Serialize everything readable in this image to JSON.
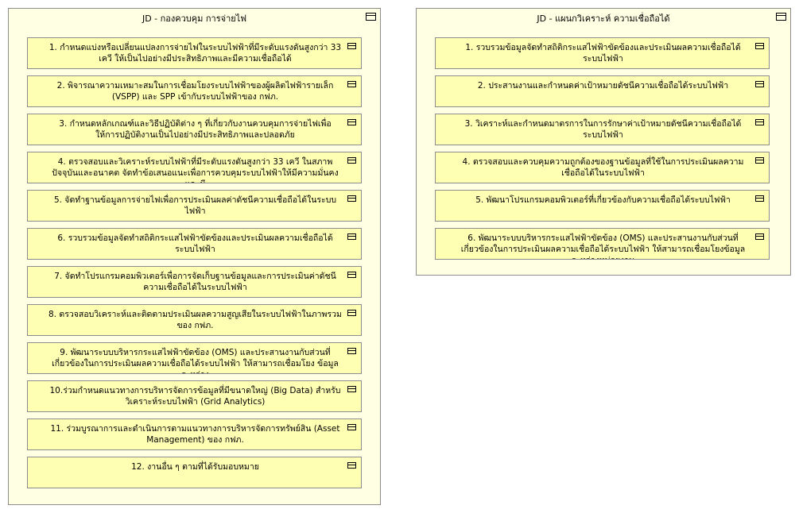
{
  "groups": [
    {
      "title": "JD - กองควบคุม การจ่ายไฟ",
      "items": [
        "1. กำหนดแบ่งหรือเปลี่ยนแปลงการจ่ายไฟในระบบไฟฟ้าที่มีระดับแรงดันสูงกว่า 33 เควี ให้เป็นไปอย่างมีประสิทธิภาพและมีความเชื่อถือได้",
        "2. พิจารณาความเหมาะสมในการเชื่อมโยงระบบไฟฟ้าของผู้ผลิตไฟฟ้ารายเล็ก (VSPP) และ SPP เข้ากับระบบไฟฟ้าของ กฟภ.",
        "3. กำหนดหลักเกณฑ์และวิธีปฏิบัติต่าง ๆ ที่เกี่ยวกับงานควบคุมการจ่ายไฟเพื่อให้การปฏิบัติงานเป็นไปอย่างมีประสิทธิภาพและปลอดภัย",
        "4. ตรวจสอบและวิเคราะห์ระบบไฟฟ้าที่มีระดับแรงดันสูงกว่า 33 เควี ในสภาพปัจจุบันและอนาคต จัดทำข้อเสนอแนะเพื่อการควบคุมระบบไฟฟ้าให้มีความมั่นคงและมี",
        "5. จัดทำฐานข้อมูลการจ่ายไฟเพื่อการประเมินผลค่าดัชนีความเชื่อถือได้ในระบบไฟฟ้า",
        "6. รวบรวมข้อมูลจัดทำสถิติกระแสไฟฟ้าขัดข้องและประเมินผลความเชื่อถือได้ระบบไฟฟ้า",
        "7. จัดทำโปรแกรมคอมพิวเตอร์เพื่อการจัดเก็บฐานข้อมูลและการประเมินค่าดัชนีความเชื่อถือได้ในระบบไฟฟ้า",
        "8. ตรวจสอบวิเคราะห์และติดตามประเมินผลความสูญเสียในระบบไฟฟ้าในภาพรวมของ กฟภ.",
        "9. พัฒนาระบบบริหารกระแสไฟฟ้าขัดข้อง (OMS) และประสานงานกับส่วนที่เกี่ยวข้องในการประเมินผลความเชื่อถือได้ระบบไฟฟ้า ให้สามารถเชื่อมโยง ข้อมูลระหว่าง",
        "10.ร่วมกำหนดแนวทางการบริหารจัดการข้อมูลที่มีขนาดใหญ่ (Big Data) สำหรับวิเคราะห์ระบบไฟฟ้า (Grid Analytics)",
        "11. ร่วมบูรณาการและดำเนินการตามแนวทางการบริหารจัดการทรัพย์สิน (Asset Management) ของ กฟภ.",
        "12. งานอื่น ๆ ตามที่ได้รับมอบหมาย"
      ]
    },
    {
      "title": "JD - แผนกวิเคราะห์ ความเชื่อถือได้",
      "items": [
        "1. รวบรวมข้อมูลจัดทำสถิติกระแสไฟฟ้าขัดข้องและประเมินผลความเชื่อถือได้ระบบไฟฟ้า",
        "2. ประสานงานและกำหนดค่าเป้าหมายดัชนีความเชื่อถือได้ระบบไฟฟ้า",
        "3. วิเคราะห์และกำหนดมาตรการในการรักษาค่าเป้าหมายดัชนีความเชื่อถือได้ระบบไฟฟ้า",
        "4. ตรวจสอบและควบคุมความถูกต้องของฐานข้อมูลที่ใช้ในการประเมินผลความเชื่อถือได้ในระบบไฟฟ้า",
        "5. พัฒนาโปรแกรมคอมพิวเตอร์ที่เกี่ยวข้องกับความเชื่อถือได้ระบบไฟฟ้า",
        "6. พัฒนาระบบบริหารกระแสไฟฟ้าขัดข้อง (OMS) และประสานงานกับส่วนที่เกี่ยวข้องในการประเมินผลความเชื่อถือได้ระบบไฟฟ้า ให้สามารถเชื่อมโยงข้อมูลระหว่างหน่วยงาน"
      ]
    }
  ],
  "icons": {
    "element": "application-component-icon"
  }
}
